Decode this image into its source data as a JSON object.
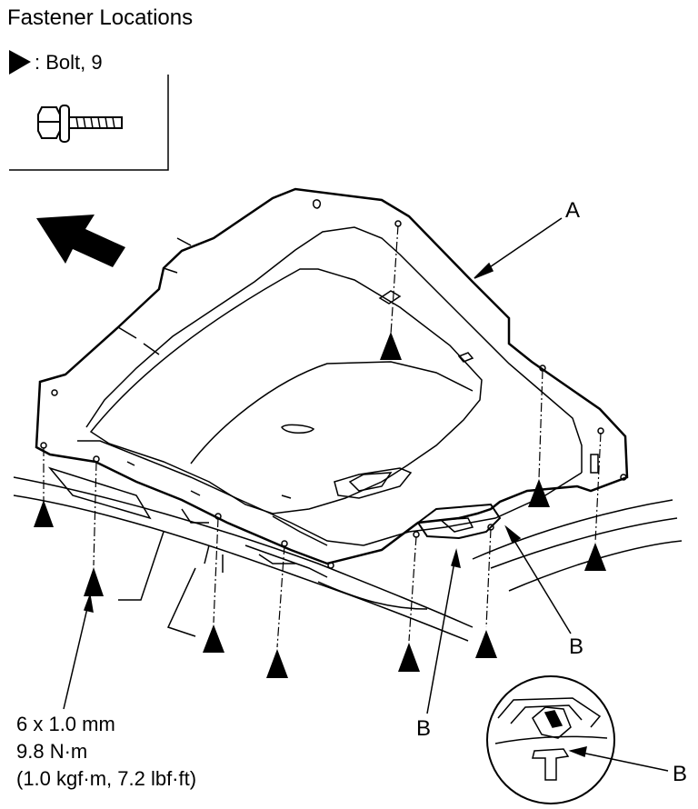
{
  "title": "Fastener Locations",
  "legend": {
    "text": ": Bolt, 9",
    "icon": "triangle-marker-icon"
  },
  "spec": {
    "size": "6 x 1.0 mm",
    "torque_nm": "9.8 N·m",
    "torque_alt": "(1.0 kgf·m, 7.2 lbf·ft)"
  },
  "labels": {
    "a": "A",
    "b1": "B",
    "b2": "B",
    "b3": "B"
  },
  "colors": {
    "ink": "#000000",
    "paper": "#ffffff"
  }
}
